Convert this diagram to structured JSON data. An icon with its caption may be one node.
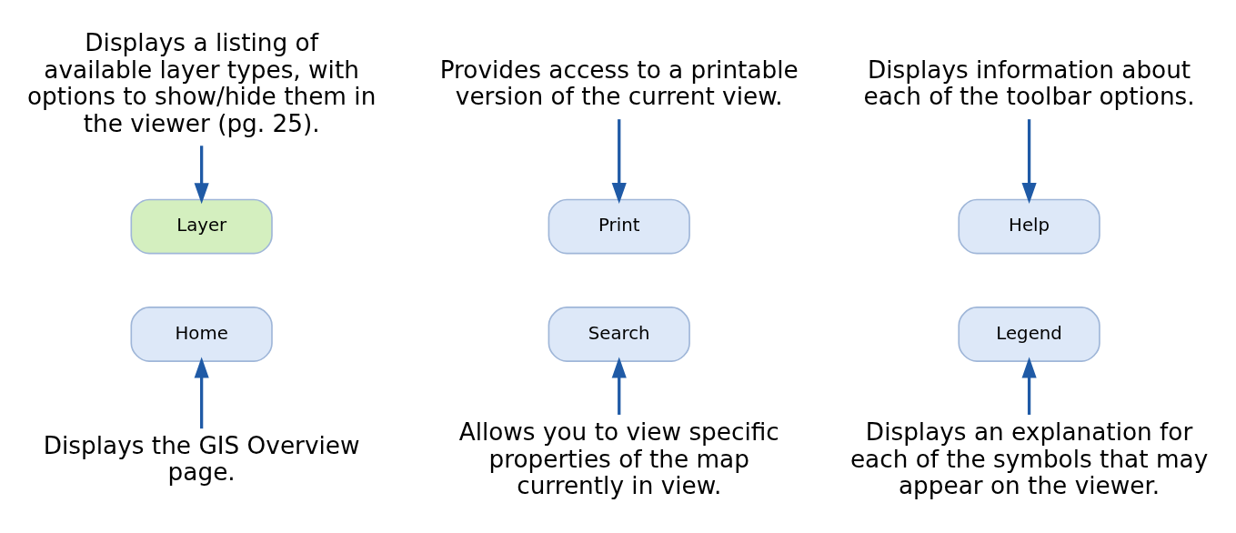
{
  "diagram": {
    "nodes": [
      {
        "text": [
          "Layer"
        ]
      },
      {
        "text": [
          "Print"
        ]
      },
      {
        "text": [
          "Help"
        ]
      },
      {
        "text": [
          "Home"
        ]
      },
      {
        "text": [
          "Search"
        ]
      },
      {
        "text": [
          "Legend"
        ]
      },
      {
        "text": [
          "Displays a listing of available layer types, with options to show/hide them in the viewer (pg. 25)."
        ]
      },
      {
        "text": [
          "Provides access to a printable version of the current view."
        ]
      },
      {
        "text": [
          "Displays information about each of the toolbar options."
        ]
      },
      {
        "text": [
          "Displays the GIS Overview page."
        ]
      },
      {
        "text": [
          "Allows you to view specific properties of the map currently in view."
        ]
      },
      {
        "text": [
          "Displays an explanation for each of the symbols that may appear on the viewer."
        ]
      }
    ],
    "edges": [
      {
        "from": 6,
        "to": 0,
        "arrow": "to"
      },
      {
        "from": 7,
        "to": 1,
        "arrow": "to"
      },
      {
        "from": 8,
        "to": 2,
        "arrow": "to"
      },
      {
        "from": 9,
        "to": 3,
        "arrow": "to"
      },
      {
        "from": 10,
        "to": 4,
        "arrow": "to"
      },
      {
        "from": 11,
        "to": 5,
        "arrow": "to"
      }
    ]
  }
}
